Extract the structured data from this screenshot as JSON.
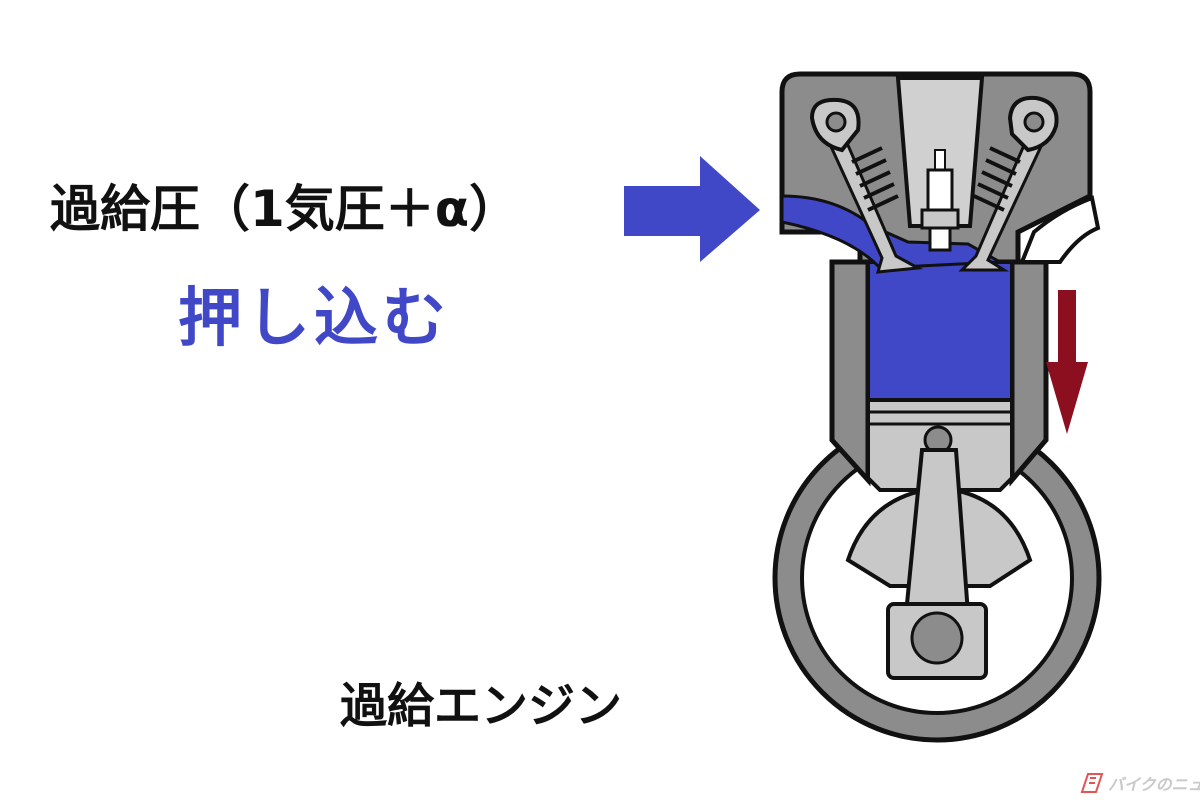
{
  "labels": {
    "boost_pressure": "過給圧（1気圧＋α）",
    "push_in": "押し込む",
    "engine_type": "過給エンジン"
  },
  "watermark": {
    "text": "バイクのニュース"
  },
  "colors": {
    "intake_charge": "#4048c8",
    "arrow_intake": "#4048c8",
    "arrow_piston_down": "#8b0f1e",
    "engine_body": "#8c8c8c",
    "engine_parts": "#c8c8c8",
    "outline": "#111111",
    "watermark_logo": "#e25555"
  },
  "icons": {
    "intake_arrow": "arrow-right-icon",
    "piston_arrow": "arrow-down-icon",
    "watermark_logo": "bike-news-logo-icon"
  }
}
